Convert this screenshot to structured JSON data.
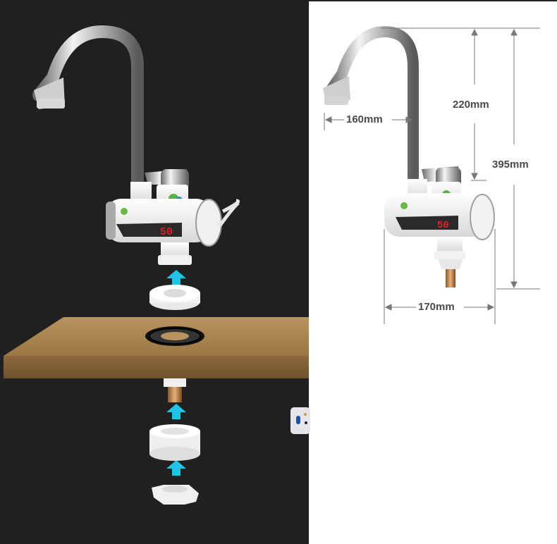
{
  "panels": {
    "left": {
      "title": "installation-exploded-view",
      "background": "#202020"
    },
    "right": {
      "title": "dimension-drawing",
      "background": "#ffffff"
    }
  },
  "faucet": {
    "display_reading": "50",
    "display_color": "#e0202a",
    "arrow_color": "#21c4e8"
  },
  "dimensions": {
    "spout_reach": "160mm",
    "spout_height": "220mm",
    "total_height": "395mm",
    "body_width": "170mm"
  }
}
